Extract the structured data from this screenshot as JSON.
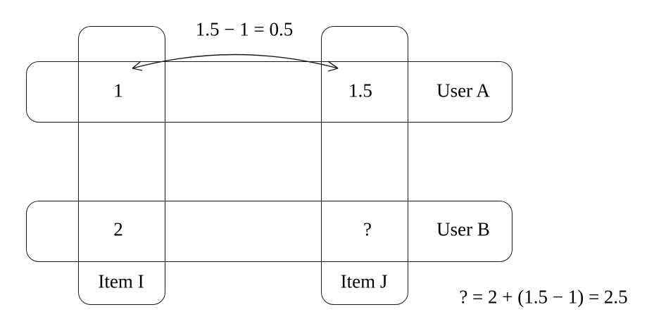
{
  "difference_label": "1.5 − 1 = 0.5",
  "prediction_formula": "? = 2 + (1.5 − 1) = 2.5",
  "users": [
    {
      "label": "User A",
      "item_i_rating": "1",
      "item_j_rating": "1.5"
    },
    {
      "label": "User B",
      "item_i_rating": "2",
      "item_j_rating": "?"
    }
  ],
  "items": [
    {
      "label": "Item I"
    },
    {
      "label": "Item J"
    }
  ]
}
